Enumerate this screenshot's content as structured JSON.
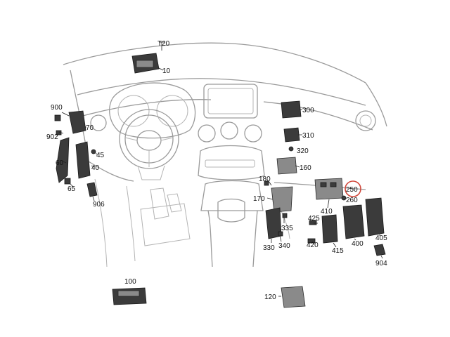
{
  "labels": [
    {
      "id": "t20",
      "text": "T20"
    },
    {
      "id": "10",
      "text": "10"
    },
    {
      "id": "900",
      "text": "900"
    },
    {
      "id": "70",
      "text": "70"
    },
    {
      "id": "902",
      "text": "902"
    },
    {
      "id": "45",
      "text": "45"
    },
    {
      "id": "40",
      "text": "40"
    },
    {
      "id": "60",
      "text": "60"
    },
    {
      "id": "65",
      "text": "65"
    },
    {
      "id": "906",
      "text": "906"
    },
    {
      "id": "300",
      "text": "300"
    },
    {
      "id": "310",
      "text": "310"
    },
    {
      "id": "320",
      "text": "320"
    },
    {
      "id": "160",
      "text": "160"
    },
    {
      "id": "180",
      "text": "180"
    },
    {
      "id": "170",
      "text": "170"
    },
    {
      "id": "250",
      "text": "250"
    },
    {
      "id": "260",
      "text": "260"
    },
    {
      "id": "410",
      "text": "410"
    },
    {
      "id": "425",
      "text": "425"
    },
    {
      "id": "420",
      "text": "420"
    },
    {
      "id": "335",
      "text": "335"
    },
    {
      "id": "330",
      "text": "330"
    },
    {
      "id": "340",
      "text": "340"
    },
    {
      "id": "415",
      "text": "415"
    },
    {
      "id": "400",
      "text": "400"
    },
    {
      "id": "405",
      "text": "405"
    },
    {
      "id": "904",
      "text": "904"
    },
    {
      "id": "100",
      "text": "100"
    },
    {
      "id": "120",
      "text": "120"
    }
  ],
  "highlight": {
    "label_id": "250",
    "color": "#d0473a"
  }
}
